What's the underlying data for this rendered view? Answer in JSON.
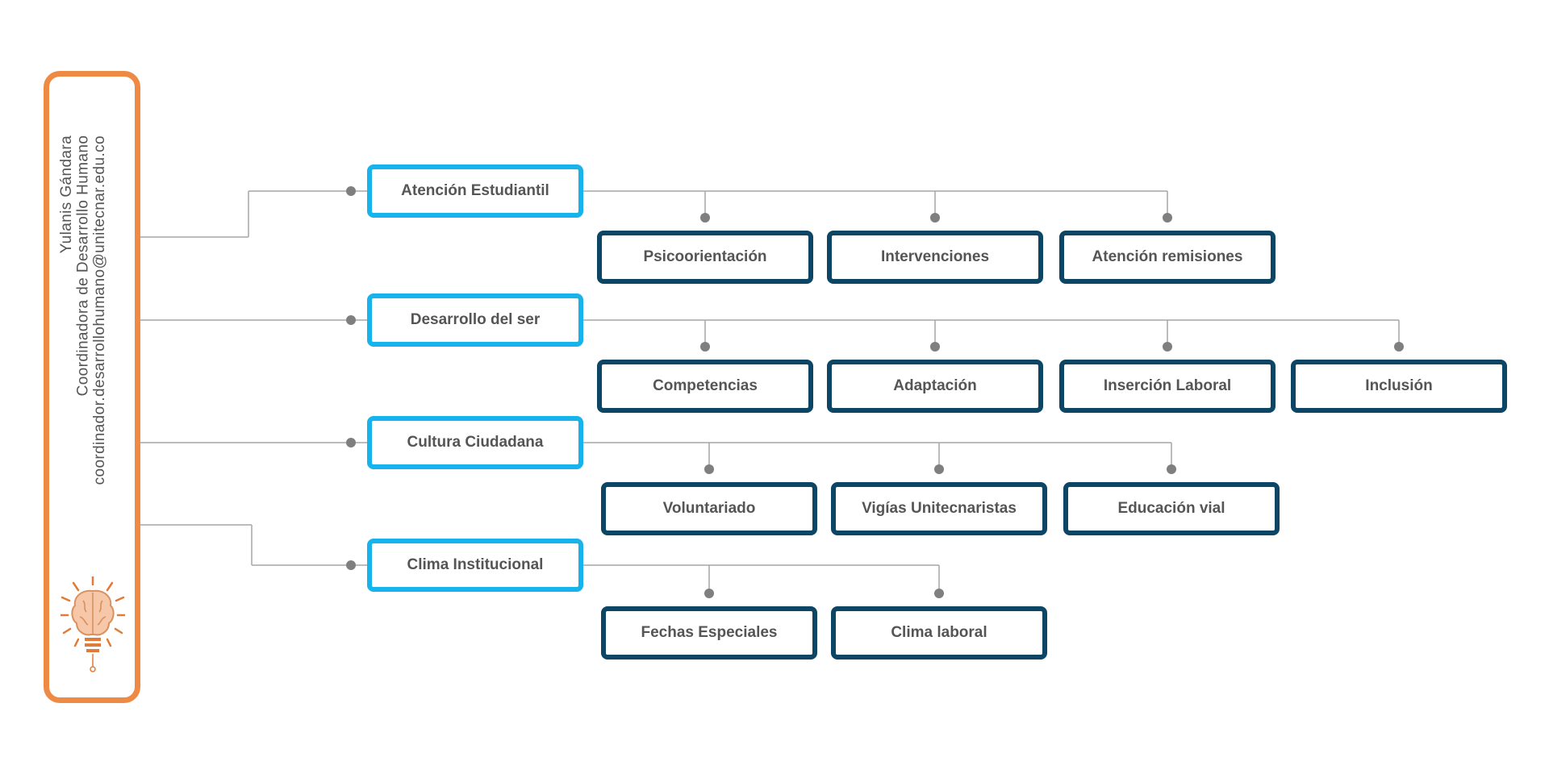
{
  "sidebar": {
    "name": "Yulanis Gándara",
    "role": "Coordinadora de Desarrollo Humano",
    "email": "coordinador.desarrollohumano@unitecnar.edu.co",
    "icon": "brain-lightbulb-icon"
  },
  "categories": [
    {
      "label": "Atención Estudiantil",
      "children": [
        "Psicoorientación",
        "Intervenciones",
        "Atención remisiones"
      ]
    },
    {
      "label": "Desarrollo del ser",
      "children": [
        "Competencias",
        "Adaptación",
        "Inserción Laboral",
        "Inclusión"
      ]
    },
    {
      "label": "Cultura Ciudadana",
      "children": [
        "Voluntariado",
        "Vigías Unitecnaristas",
        "Educación vial"
      ]
    },
    {
      "label": "Clima Institucional",
      "children": [
        "Fechas Especiales",
        "Clima laboral"
      ]
    }
  ],
  "colors": {
    "sidebar_border": "#ef8a44",
    "category_border": "#16b3ec",
    "subcategory_border": "#0c4664",
    "connector": "#a6a6a6",
    "dot": "#7f7f7f",
    "text": "#555555"
  }
}
